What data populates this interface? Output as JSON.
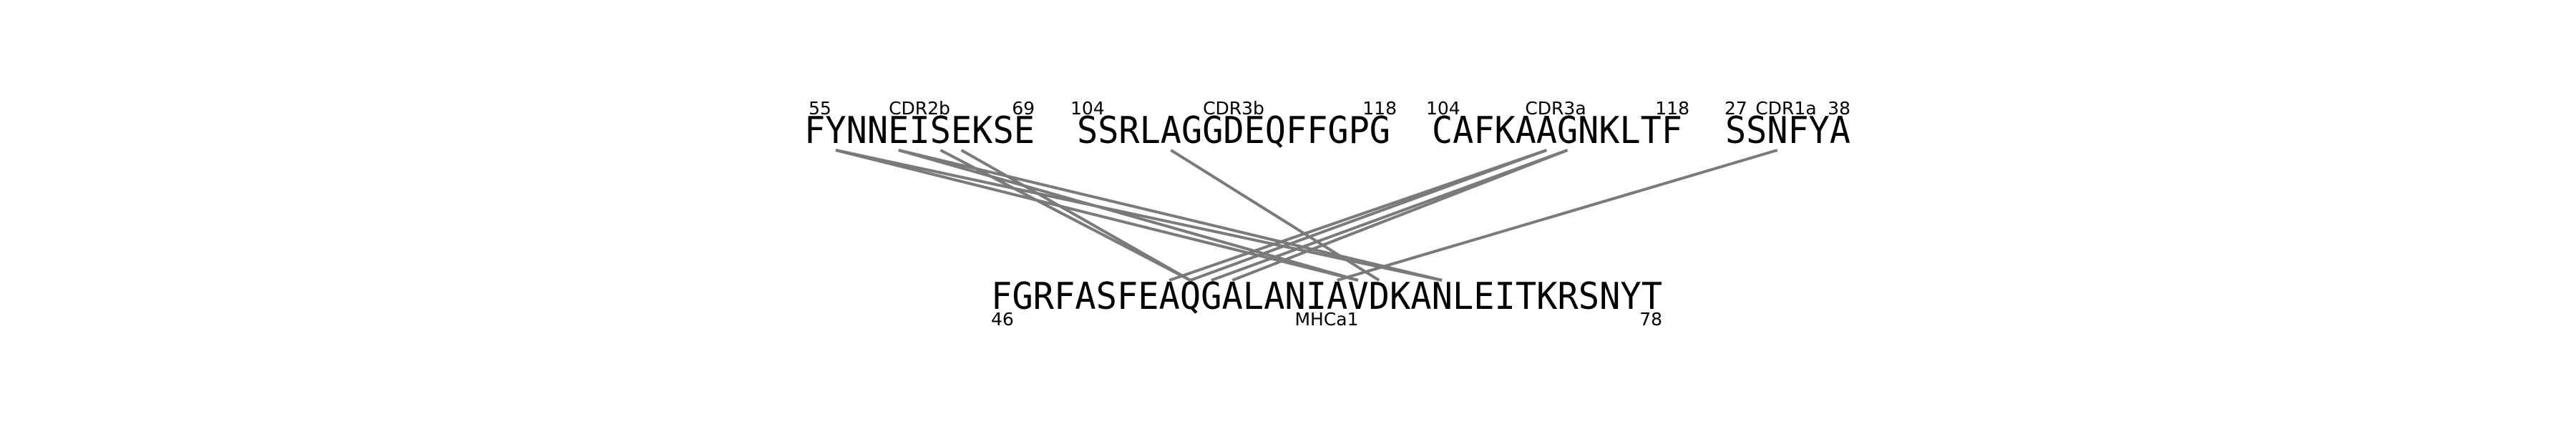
{
  "top_segments": [
    {
      "name": "CDR2b",
      "start": "55",
      "end": "69",
      "sequence": "FYNNEISEKSE"
    },
    {
      "name": "CDR3b",
      "start": "104",
      "end": "118",
      "sequence": "SSRLAGGDEQFFGPG"
    },
    {
      "name": "CDR3a",
      "start": "104",
      "end": "118",
      "sequence": "CAFKAAGNKLTF"
    },
    {
      "name": "CDR1a",
      "start": "27",
      "end": "38",
      "sequence": "SSNFYA"
    }
  ],
  "bottom_segment": {
    "name": "MHCa1",
    "start": "46",
    "end": "78",
    "sequence": "FGRFASFEAQGALANIAVDKANLEITKRSNYT"
  },
  "contacts": [
    {
      "segment": 0,
      "residue": 1,
      "target": 17
    },
    {
      "segment": 0,
      "residue": 1,
      "target": 21
    },
    {
      "segment": 0,
      "residue": 4,
      "target": 21
    },
    {
      "segment": 0,
      "residue": 4,
      "target": 17
    },
    {
      "segment": 0,
      "residue": 6,
      "target": 9
    },
    {
      "segment": 0,
      "residue": 7,
      "target": 9
    },
    {
      "segment": 1,
      "residue": 4,
      "target": 18
    },
    {
      "segment": 2,
      "residue": 5,
      "target": 8
    },
    {
      "segment": 2,
      "residue": 5,
      "target": 9
    },
    {
      "segment": 2,
      "residue": 6,
      "target": 10
    },
    {
      "segment": 2,
      "residue": 6,
      "target": 11
    },
    {
      "segment": 3,
      "residue": 2,
      "target": 16
    }
  ]
}
